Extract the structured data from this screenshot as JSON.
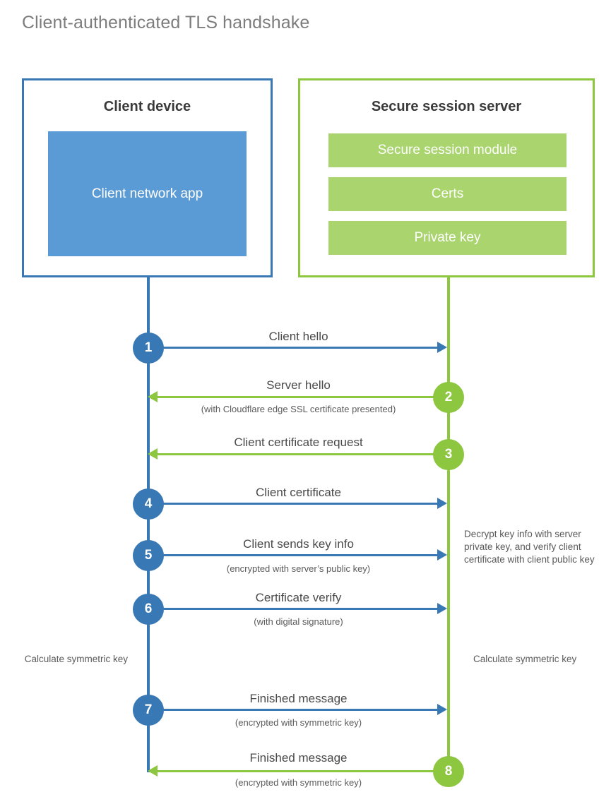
{
  "title": "Client-authenticated TLS handshake",
  "colors": {
    "client_blue": "#3878b4",
    "client_app_fill": "#5b9bd5",
    "server_green": "#8dc63f",
    "server_bar_fill": "#a9d46e",
    "title_gray": "#7d7d7d",
    "label_gray": "#4a4a4a"
  },
  "client": {
    "title": "Client device",
    "app_label": "Client network app"
  },
  "server": {
    "title": "Secure session server",
    "modules": [
      {
        "label": "Secure session module"
      },
      {
        "label": "Certs"
      },
      {
        "label": "Private key"
      }
    ]
  },
  "steps": [
    {
      "number": "1",
      "label": "Client hello",
      "sublabel": "",
      "direction": "client-to-server",
      "side": "client"
    },
    {
      "number": "2",
      "label": "Server hello",
      "sublabel": "(with Cloudflare edge SSL certificate presented)",
      "direction": "server-to-client",
      "side": "server"
    },
    {
      "number": "3",
      "label": "Client certificate request",
      "sublabel": "",
      "direction": "server-to-client",
      "side": "server"
    },
    {
      "number": "4",
      "label": "Client certificate",
      "sublabel": "",
      "direction": "client-to-server",
      "side": "client"
    },
    {
      "number": "5",
      "label": "Client sends key info",
      "sublabel": "(encrypted with server’s public key)",
      "direction": "client-to-server",
      "side": "client"
    },
    {
      "number": "6",
      "label": "Certificate verify",
      "sublabel": "(with digital signature)",
      "direction": "client-to-server",
      "side": "client"
    },
    {
      "number": "7",
      "label": "Finished message",
      "sublabel": "(encrypted with symmetric key)",
      "direction": "client-to-server",
      "side": "client"
    },
    {
      "number": "8",
      "label": "Finished message",
      "sublabel": "(encrypted with symmetric key)",
      "direction": "server-to-client",
      "side": "server"
    }
  ],
  "annotations": {
    "server_decrypt_note": "Decrypt key info with server private key, and verify client certificate with client public key",
    "client_calc_note": "Calculate symmetric key",
    "server_calc_note": "Calculate symmetric key"
  }
}
